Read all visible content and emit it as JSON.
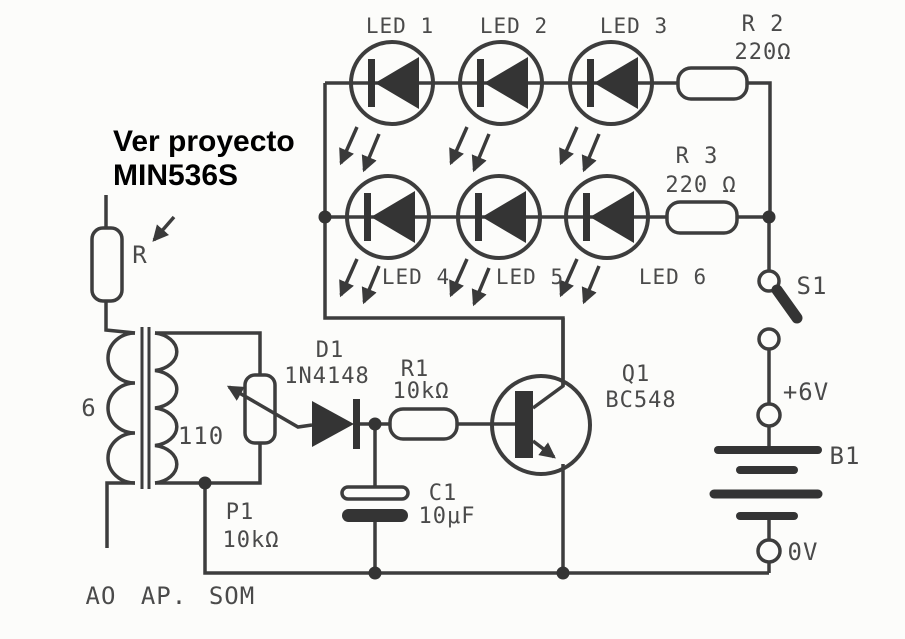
{
  "note": {
    "line1": "Ver proyecto",
    "line2": "MIN536S"
  },
  "labels": {
    "led1": "LED 1",
    "led2": "LED 2",
    "led3": "LED 3",
    "led4": "LED 4",
    "led5": "LED 5",
    "led6": "LED 6",
    "r2_name": "R 2",
    "r2_value": "220Ω",
    "r3_name": "R 3",
    "r3_value": "220 Ω",
    "s1": "S1",
    "plus_6v": "+6V",
    "b1": "B1",
    "zero_v": "0V",
    "q1_name": "Q1",
    "q1_value": "BC548",
    "d1_name": "D1",
    "d1_value": "1N4148",
    "r1_name": "R1",
    "r1_value": "10kΩ",
    "c1_name": "C1",
    "c1_value": "10μF",
    "p1_name": "P1",
    "p1_value": "10kΩ",
    "r_name": "R",
    "transformer_primary": "6",
    "transformer_secondary": "110",
    "terminal_ao": "AO",
    "terminal_ap": "AP.",
    "terminal_som": "SOM"
  },
  "colors": {
    "ink": "#3d3d3d",
    "paper": "#fcfcfa",
    "note_text": "#000000"
  }
}
